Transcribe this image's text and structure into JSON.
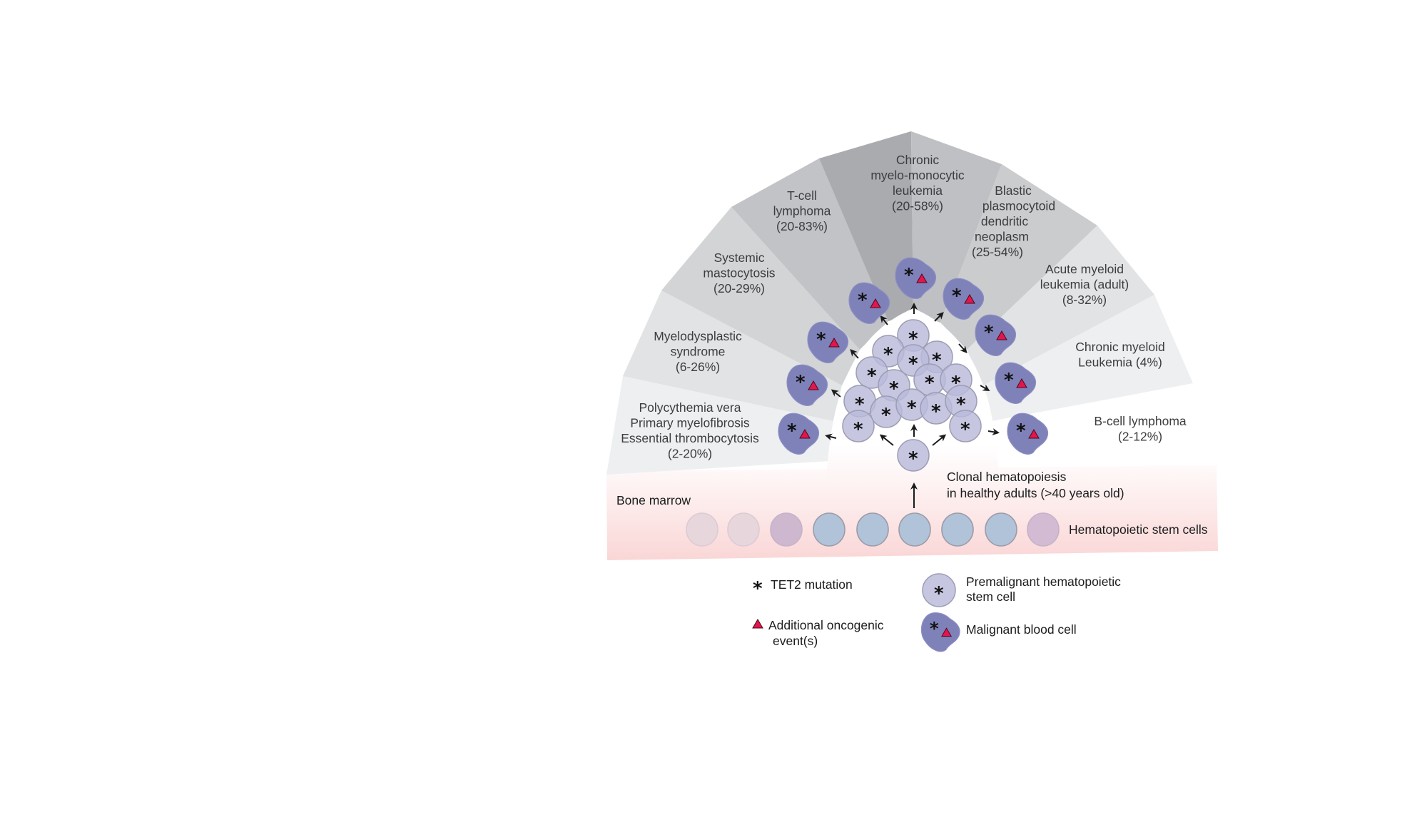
{
  "figure": {
    "bone_marrow_label": "Bone marrow",
    "stem_cells_label": "Hematopoietic stem cells",
    "clonal_label": [
      "Clonal hematopoiesis",
      "in healthy adults (>40 years old)"
    ],
    "stem_cell_colors": [
      "#e8d6dd",
      "#e8d6dd",
      "#cdb8d0",
      "#b1c3d9",
      "#b1c3d9",
      "#b1c3d9",
      "#b1c3d9",
      "#b1c3d9",
      "#d3bcd3"
    ],
    "mutation_symbol": "*",
    "sectors": [
      {
        "id": "pv",
        "label": [
          "Polycythemia vera",
          "Primary myelofibrosis",
          "Essential thrombocytosis",
          "(2-20%)"
        ],
        "color": "#eeeff0"
      },
      {
        "id": "mds",
        "label": [
          "Myelodysplastic",
          "syndrome",
          "(6-26%)"
        ],
        "color": "#e2e3e4"
      },
      {
        "id": "sm",
        "label": [
          "Systemic",
          "mastocytosis",
          "(20-29%)"
        ],
        "color": "#d3d4d6"
      },
      {
        "id": "tcell",
        "label": [
          "T-cell",
          "lymphoma",
          "(20-83%)"
        ],
        "color": "#c2c3c6"
      },
      {
        "id": "cmml",
        "label": [
          "Chronic",
          "myelo-monocytic",
          "leukemia",
          "(20-58%)"
        ],
        "color": "#aaabae"
      },
      {
        "id": "bpdcn",
        "label": [
          "Blastic",
          "plasmocytoid",
          "dendritic",
          "neoplasm",
          "(25-54%)"
        ],
        "color": "#bfc0c3"
      },
      {
        "id": "aml",
        "label": [
          "Acute myeloid",
          "leukemia (adult)",
          "(8-32%)"
        ],
        "color": "#cbccce"
      },
      {
        "id": "cml",
        "label": [
          "Chronic myeloid",
          "Leukemia (4%)"
        ],
        "color": "#e2e3e4"
      },
      {
        "id": "bcell",
        "label": [
          "B-cell lymphoma",
          "(2-12%)"
        ],
        "color": "#eeeff0"
      }
    ],
    "colors": {
      "premalignant_fill": "#b9badb",
      "premalignant_stroke": "#9d9eb4",
      "malignant_fill": "#7f81b9",
      "malignant_stroke": "#8c8ec4",
      "oncogenic_triangle": "#e2164d",
      "bone_marrow_top": "#fdf6f6",
      "bone_marrow_bottom": "#fad6d6"
    }
  },
  "legend": {
    "tet2": "TET2 mutation",
    "oncogenic": [
      "Additional oncogenic",
      "event(s)"
    ],
    "premalignant": [
      "Premalignant hematopoietic",
      "stem cell"
    ],
    "malignant": "Malignant blood cell"
  }
}
